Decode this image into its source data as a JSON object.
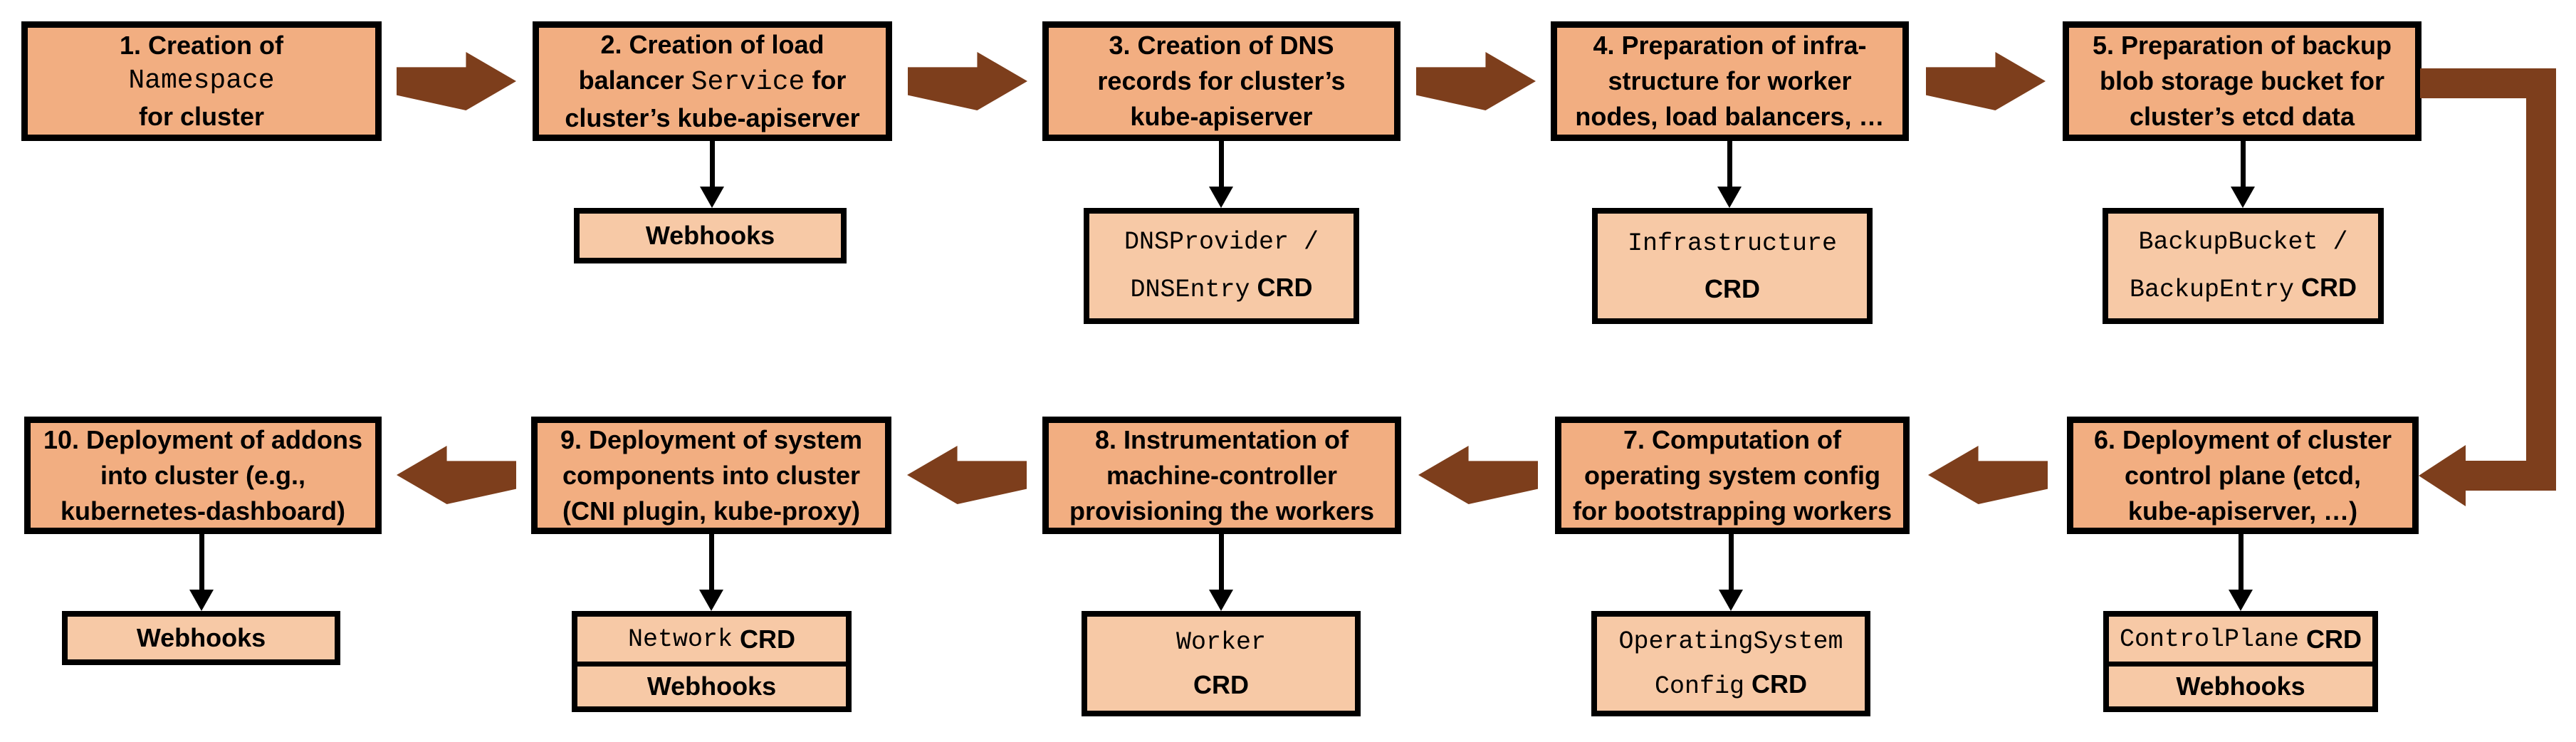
{
  "colors": {
    "box-fill": "#F2AE81",
    "sub-fill": "#F7C9A6",
    "arrow-brown": "#7D3E1C",
    "line-black": "#000000"
  },
  "labels": {
    "webhooks": "Webhooks",
    "crd": "CRD",
    "crd_suffix": " CRD"
  },
  "steps": {
    "s1": {
      "line1": "1. Creation of",
      "code": "Namespace",
      "line3": "for cluster"
    },
    "s2": {
      "line1": "2. Creation of load",
      "line2_pre": "balancer ",
      "code": "Service",
      "line2_post": " for",
      "line3": "cluster’s kube-apiserver"
    },
    "s3": {
      "line1": "3. Creation of DNS",
      "line2": "records for cluster’s",
      "line3": "kube-apiserver"
    },
    "s4": {
      "line1": "4. Preparation of infra-",
      "line2": "structure for worker",
      "line3": "nodes, load balancers, …"
    },
    "s5": {
      "line1": "5. Preparation of backup",
      "line2": "blob storage bucket for",
      "line3": "cluster’s etcd data"
    },
    "s6": {
      "line1": "6. Deployment of cluster",
      "line2": "control plane (etcd,",
      "line3": "kube-apiserver, …)"
    },
    "s7": {
      "line1": "7. Computation of",
      "line2": "operating system config",
      "line3": "for bootstrapping workers"
    },
    "s8": {
      "line1": "8. Instrumentation of",
      "line2": "machine-controller",
      "line3": "provisioning the workers"
    },
    "s9": {
      "line1": "9. Deployment of system",
      "line2": "components into cluster",
      "line3": "(CNI plugin, kube-proxy)"
    },
    "s10": {
      "line1": "10. Deployment of addons",
      "line2": "into cluster (e.g.,",
      "line3": "kubernetes-dashboard)"
    }
  },
  "crds": {
    "dns_line1": "DNSProvider /",
    "dns_code2": "DNSEntry",
    "infrastructure": "Infrastructure",
    "backup_line1": "BackupBucket /",
    "backup_code2": "BackupEntry",
    "controlplane": "ControlPlane",
    "os_line1": "OperatingSystem",
    "os_code2": "Config",
    "worker": "Worker",
    "network": "Network"
  }
}
